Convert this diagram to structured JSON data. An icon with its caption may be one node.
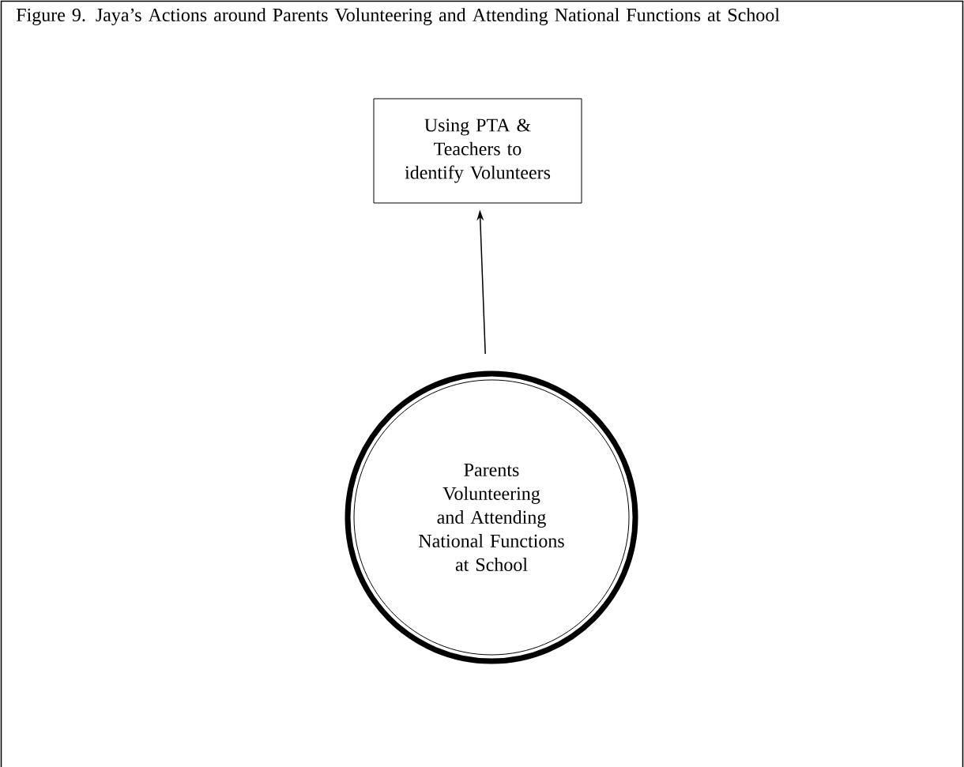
{
  "diagram": {
    "title": "Figure 9.  Jaya’s Actions around Parents Volunteering and Attending National Functions at School",
    "nodes": [
      {
        "text": [
          "Using PTA & Teachers to identify Volunteers"
        ]
      },
      {
        "text": [
          "Parents Volunteering and Attending National Functions at School"
        ]
      }
    ],
    "edges": [
      {
        "from": 1,
        "to": 0,
        "arrow": "to"
      }
    ]
  }
}
